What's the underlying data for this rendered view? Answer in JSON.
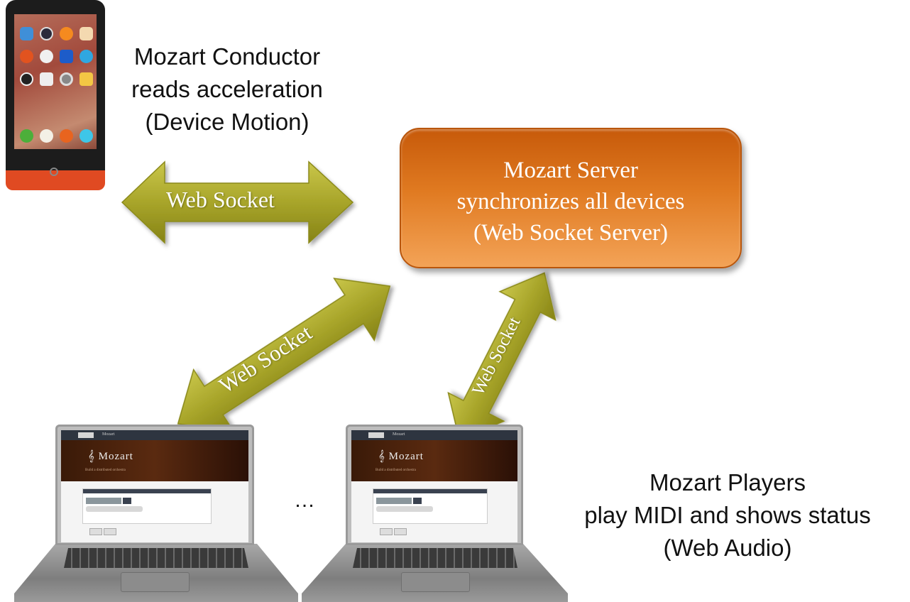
{
  "conductor": {
    "caption": [
      "Mozart Conductor",
      "reads acceleration",
      "(Device Motion)"
    ]
  },
  "server": {
    "lines": [
      "Mozart Server",
      "synchronizes all devices",
      "(Web Socket Server)"
    ],
    "color": "#e07a21"
  },
  "players": {
    "caption": [
      "Mozart Players",
      "play MIDI and shows status",
      "(Web Audio)"
    ]
  },
  "connections": {
    "conductor_server": "Web Socket",
    "player1_server": "Web Socket",
    "player2_server": "Web Socket",
    "arrow_color": "#a6a62a"
  },
  "ellipsis": "…",
  "laptop_screen": {
    "brand": "Mozart",
    "logo": "𝄞 Mozart",
    "tagline": "Build a distributed orchestra"
  }
}
